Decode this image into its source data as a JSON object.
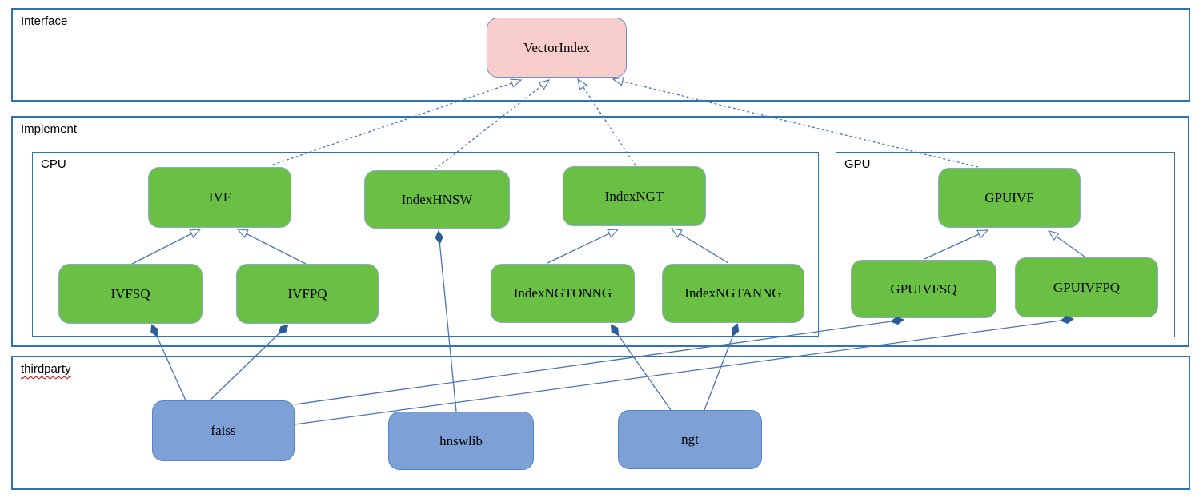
{
  "sections": {
    "interface": "Interface",
    "implement": "Implement",
    "cpu": "CPU",
    "gpu": "GPU",
    "thirdparty": "thirdparty"
  },
  "nodes": {
    "vectorindex": "VectorIndex",
    "ivf": "IVF",
    "indexhnsw": "IndexHNSW",
    "indexngt": "IndexNGT",
    "gpuivf": "GPUIVF",
    "ivfsq": "IVFSQ",
    "ivfpq": "IVFPQ",
    "indexngtonng": "IndexNGTONNG",
    "indexngtanng": "IndexNGTANNG",
    "gpuivfsq": "GPUIVFSQ",
    "gpuivfpq": "GPUIVFPQ",
    "faiss": "faiss",
    "hnswlib": "hnswlib",
    "ngt": "ngt"
  },
  "edges": {
    "realization_dashed_arrows": [
      {
        "from": "IVF",
        "to": "VectorIndex"
      },
      {
        "from": "IndexHNSW",
        "to": "VectorIndex"
      },
      {
        "from": "IndexNGT",
        "to": "VectorIndex"
      },
      {
        "from": "GPUIVF",
        "to": "VectorIndex"
      }
    ],
    "inheritance_solid_arrows": [
      {
        "from": "IVFSQ",
        "to": "IVF"
      },
      {
        "from": "IVFPQ",
        "to": "IVF"
      },
      {
        "from": "IndexNGTONNG",
        "to": "IndexNGT"
      },
      {
        "from": "IndexNGTANNG",
        "to": "IndexNGT"
      },
      {
        "from": "GPUIVFSQ",
        "to": "GPUIVF"
      },
      {
        "from": "GPUIVFPQ",
        "to": "GPUIVF"
      }
    ],
    "composition_diamond_links": [
      {
        "owner": "IVFSQ",
        "library": "faiss"
      },
      {
        "owner": "IVFPQ",
        "library": "faiss"
      },
      {
        "owner": "GPUIVFSQ",
        "library": "faiss"
      },
      {
        "owner": "GPUIVFPQ",
        "library": "faiss"
      },
      {
        "owner": "IndexHNSW",
        "library": "hnswlib"
      },
      {
        "owner": "IndexNGTONNG",
        "library": "ngt"
      },
      {
        "owner": "IndexNGTANNG",
        "library": "ngt"
      }
    ]
  },
  "colors": {
    "frame_border": "#2e74b5",
    "node_green_fill": "#6abf45",
    "node_green_border": "#8fa8c8",
    "node_pink_fill": "#f8cecc",
    "node_pink_border": "#6f8ebf",
    "node_blue_fill": "#7da1d6",
    "node_blue_border": "#5585c8",
    "connector": "#4a74b4",
    "diamond_fill": "#2b5d9b",
    "squiggle_underline": "#d40000"
  }
}
